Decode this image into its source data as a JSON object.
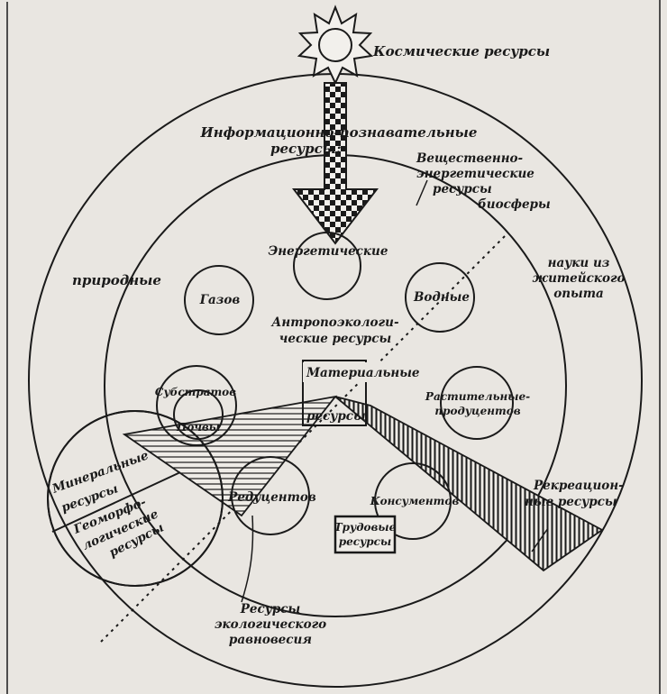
{
  "labels": {
    "cosmic": "Космические ресурсы",
    "info_line1": "Информационно-познавательные",
    "info_line2": "ресурсы:",
    "matenergy_line1": "Вещественно-",
    "matenergy_line2": "энергетические",
    "matenergy_line3": "ресурсы",
    "matenergy_line4": "биосферы",
    "energy": "Энергетические",
    "natural": "природные",
    "science_line1": "науки из",
    "science_line2": "житейского",
    "science_line3": "опыта",
    "gases": "Газов",
    "water": "Водные",
    "anthropo_line1": "Антропоэкологи-",
    "anthropo_line2": "ческие ресурсы",
    "material": "Материальные",
    "resources": "ресурсы",
    "substrates": "Субстратов",
    "soils": "Почвы",
    "plant_line1": "Растительные-",
    "plant_line2": "продуцентов",
    "mineral_line1": "Минеральные",
    "mineral_line2": "ресурсы",
    "geomorph_line1": "Геоморфо-",
    "geomorph_line2": "логические",
    "geomorph_line3": "ресурсы",
    "reducers": "Редуцентов",
    "consumers": "Консументов",
    "recreation_line1": "Рекреацион-",
    "recreation_line2": "ные ресурсы",
    "labor_line1": "Трудовые",
    "labor_line2": "ресурсы",
    "eco_line1": "Ресурсы",
    "eco_line2": "экологического",
    "eco_line3": "равновесия"
  },
  "icons": {
    "sun": "sun-icon",
    "arrow": "checkered-arrow-icon"
  },
  "colors": {
    "ink": "#1a1a1a",
    "paper": "#e9e6e1"
  }
}
